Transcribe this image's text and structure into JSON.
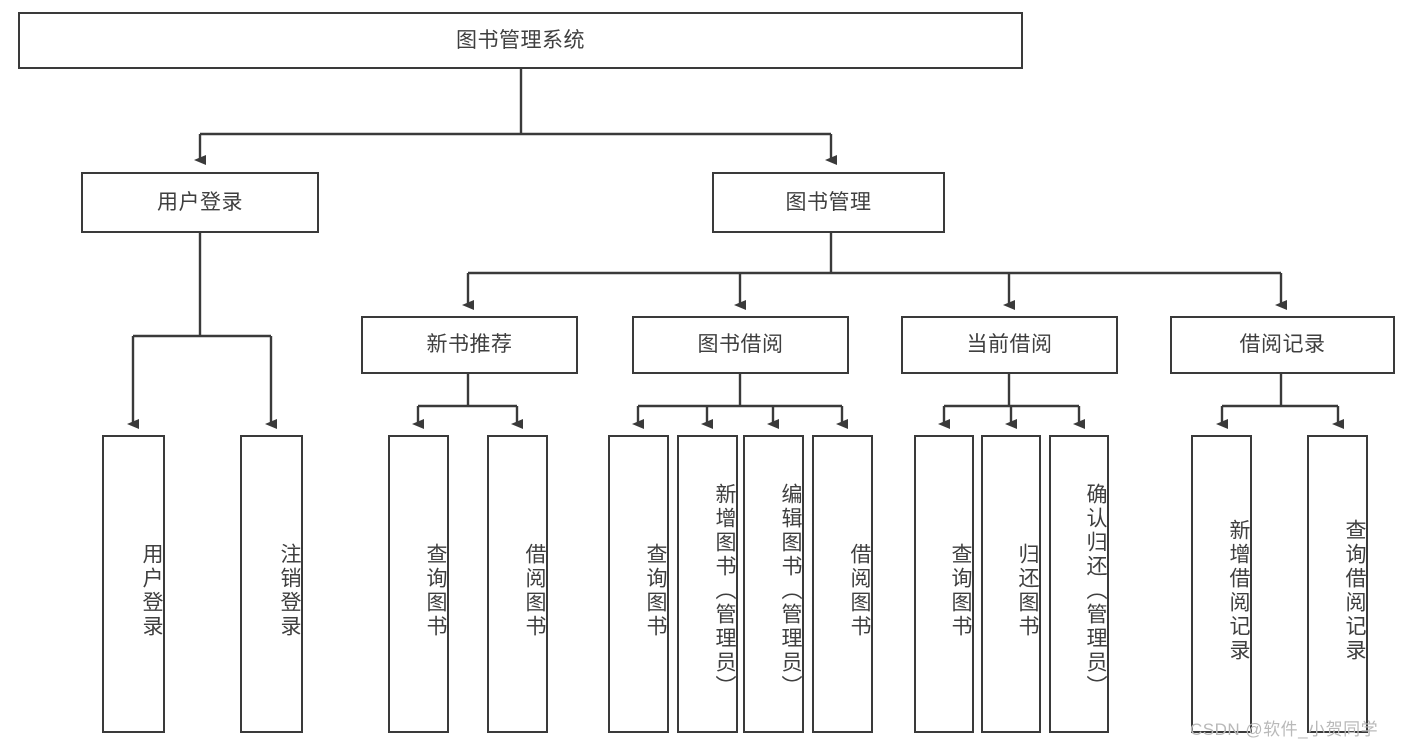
{
  "diagram": {
    "title": "图书管理系统",
    "type": "tree-hierarchy",
    "watermark": "CSDN @软件_小贺同学",
    "colors": {
      "box_border": "#3a3a3a",
      "box_fill": "#ffffff",
      "text": "#3f3f3f",
      "connector": "#3a3a3a",
      "watermark": "#b9b9b9",
      "background": "#ffffff"
    },
    "root": {
      "label": "图书管理系统"
    },
    "level1": [
      {
        "label": "用户登录"
      },
      {
        "label": "图书管理"
      }
    ],
    "level2": [
      {
        "label": "新书推荐"
      },
      {
        "label": "图书借阅"
      },
      {
        "label": "当前借阅"
      },
      {
        "label": "借阅记录"
      }
    ],
    "leaves": {
      "user_login": [
        {
          "label": "用户登录"
        },
        {
          "label": "注销登录"
        }
      ],
      "new_book_recommend": [
        {
          "label": "查询图书"
        },
        {
          "label": "借阅图书"
        }
      ],
      "book_borrow": [
        {
          "label": "查询图书"
        },
        {
          "label": "新增图书（管理员）"
        },
        {
          "label": "编辑图书（管理员）"
        },
        {
          "label": "借阅图书"
        }
      ],
      "current_borrow": [
        {
          "label": "查询图书"
        },
        {
          "label": "归还图书"
        },
        {
          "label": "确认归还（管理员）"
        }
      ],
      "borrow_record": [
        {
          "label": "新增借阅记录"
        },
        {
          "label": "查询借阅记录"
        }
      ]
    }
  }
}
